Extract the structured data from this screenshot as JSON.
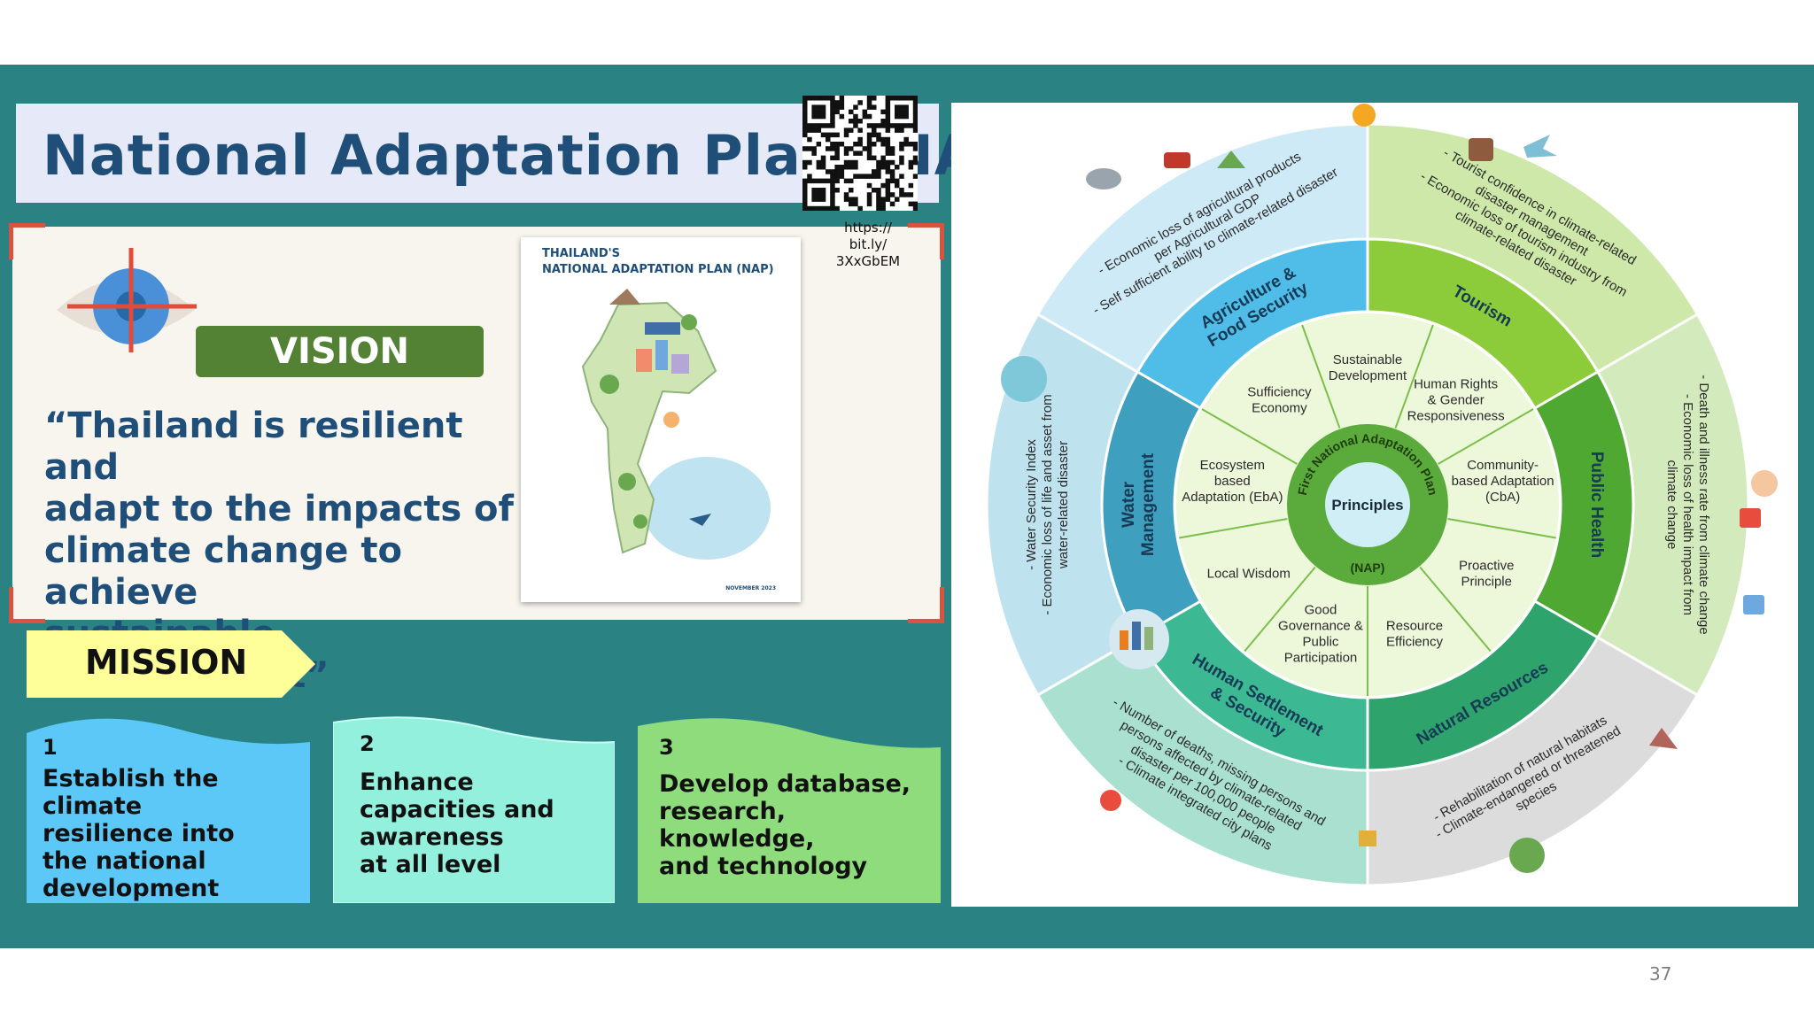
{
  "title": "National Adaptation Plan (NAP)",
  "vision": {
    "label": "VISION",
    "quote_lines": [
      "“Thailand is resilient and",
      "adapt to the impacts of",
      "climate change to achieve",
      "sustainable development”"
    ],
    "cover_title_lines": [
      "THAILAND'S",
      "NATIONAL ADAPTATION PLAN (NAP)"
    ],
    "cover_date": "NOVEMBER 2023",
    "qr_url_lines": [
      "https://",
      "bit.ly/",
      "3XxGbEM"
    ]
  },
  "mission": {
    "label": "MISSION",
    "cards": [
      {
        "num": "1",
        "lines": [
          "Establish the climate",
          "resilience into",
          "the national",
          "development"
        ],
        "color": "#5bc8f7"
      },
      {
        "num": "2",
        "lines": [
          "Enhance",
          "capacities and",
          "awareness",
          "at all level"
        ],
        "color": "#93f0dc"
      },
      {
        "num": "3",
        "lines": [
          "Develop database,",
          "research, knowledge,",
          "and technology"
        ],
        "color": "#8fdc7c"
      }
    ]
  },
  "wheel": {
    "center_label": "Principles",
    "ring_top": "First National Adaptation Plan",
    "ring_bottom": "(NAP)",
    "principles": [
      [
        "Sustainable",
        "Development"
      ],
      [
        "Human Rights",
        "& Gender",
        "Responsiveness"
      ],
      [
        "Community-",
        "based Adaptation",
        "(CbA)"
      ],
      [
        "Proactive",
        "Principle"
      ],
      [
        "Resource",
        "Efficiency"
      ],
      [
        "Good",
        "Governance &",
        "Public",
        "Participation"
      ],
      [
        "Local Wisdom"
      ],
      [
        "Ecosystem",
        "based",
        "Adaptation (EbA)"
      ],
      [
        "Sufficiency",
        "Economy"
      ]
    ],
    "sectors": [
      {
        "name": "Agriculture & Food Security",
        "lines": [
          "Agriculture &",
          "Food Security"
        ],
        "outer": [
          "- Economic loss of agricultural products",
          "per Agricultural GDP",
          "- Self sufficient ability to climate-related disaster"
        ]
      },
      {
        "name": "Tourism",
        "lines": [
          "Tourism"
        ],
        "outer": [
          "- Tourist confidence in climate-related",
          "disaster management",
          "- Economic loss of tourism industry from",
          "climate-related disaster"
        ]
      },
      {
        "name": "Public Health",
        "lines": [
          "Public Health"
        ],
        "outer": [
          "- Death and illness rate from climate change",
          "- Economic loss of health impact from",
          "climate change"
        ]
      },
      {
        "name": "Natural Resources",
        "lines": [
          "Natural Resources"
        ],
        "outer": [
          "- Rehabilitation of natural habitats",
          "- Climate-endangered or threatened",
          "species"
        ]
      },
      {
        "name": "Human Settlement & Security",
        "lines": [
          "Human Settlement",
          "& Security"
        ],
        "outer": [
          "- Number of deaths, missing persons and",
          "persons affected by climate-related",
          "disaster per 100,000 people",
          "- Climate integrated city plans"
        ]
      },
      {
        "name": "Water Management",
        "lines": [
          "Water",
          "Management"
        ],
        "outer": [
          "- Water Security Index",
          "- Economic loss of life and asset from",
          "water-related disaster"
        ]
      }
    ]
  },
  "page_number": "37",
  "colors": {
    "band": "#2a8282",
    "title": "#1f4e79",
    "vision_green": "#548235",
    "mission_yellow": "#ffff99",
    "accent_red": "#d9533f"
  }
}
